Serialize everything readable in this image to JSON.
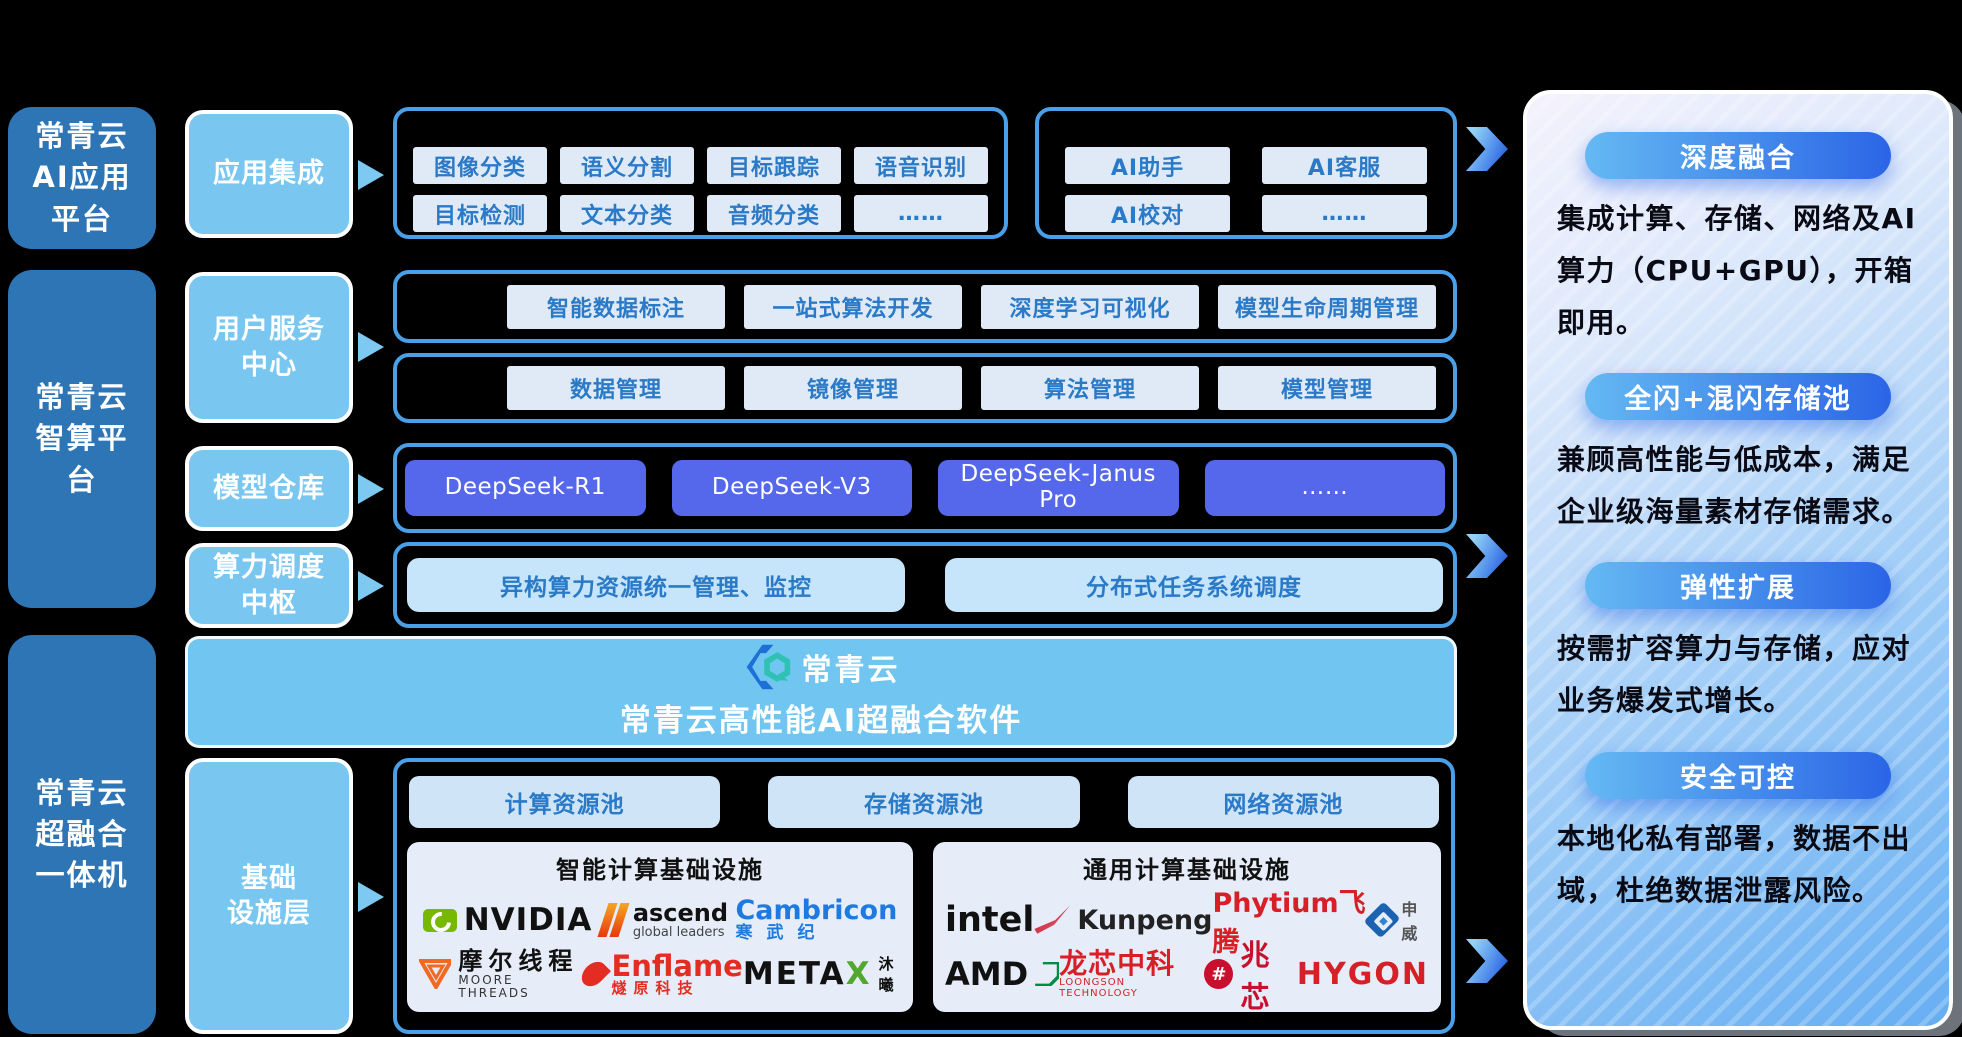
{
  "colors": {
    "background": "#000000",
    "platform_box": "#2e75b6",
    "layer_box": "#79c7f1",
    "container_border": "#4aa0e8",
    "chip_bg": "#dfeaf6",
    "chip_text": "#2b7ac8",
    "model_button": "#5568ec",
    "scheduler_button": "#c6e4fa",
    "banner_bg": "#70c6f0",
    "card_bg": "#e6edf8",
    "pill_gradient_start": "#64b9f2",
    "pill_gradient_end": "#2b65e6",
    "arrow_light": "#7ec9f2"
  },
  "platforms": [
    {
      "label": "常青云\nAI应用\n平台"
    },
    {
      "label": "常青云\n智算平\n台"
    },
    {
      "label": "常青云\n超融合\n一体机"
    }
  ],
  "layers": [
    {
      "label": "应用集成"
    },
    {
      "label": "用户服务\n中心"
    },
    {
      "label": "模型仓库"
    },
    {
      "label": "算力调度\n中枢"
    },
    {
      "label": "基础\n设施层"
    }
  ],
  "app_groups": {
    "group1": {
      "row1": [
        "图像分类",
        "语义分割",
        "目标跟踪",
        "语音识别"
      ],
      "row2": [
        "目标检测",
        "文本分类",
        "音频分类",
        "……"
      ]
    },
    "group2": {
      "row1": [
        "AI助手",
        "AI客服"
      ],
      "row2": [
        "AI校对",
        "……"
      ]
    }
  },
  "user_service": {
    "dev_row": [
      "智能数据标注",
      "一站式算法开发",
      "深度学习可视化",
      "模型生命周期管理"
    ],
    "mgmt_row": [
      "数据管理",
      "镜像管理",
      "算法管理",
      "模型管理"
    ]
  },
  "model_repo": {
    "items": [
      "DeepSeek-R1",
      "DeepSeek-V3",
      "DeepSeek-Janus\nPro",
      "……"
    ]
  },
  "scheduler": {
    "items": [
      "异构算力资源统一管理、监控",
      "分布式任务系统调度"
    ]
  },
  "banner": {
    "brand": "常青云",
    "title": "常青云高性能AI超融合软件"
  },
  "infrastructure": {
    "pools": [
      "计算资源池",
      "存储资源池",
      "网络资源池"
    ],
    "smart": {
      "title": "智能计算基础设施",
      "nvidia": "NVIDIA",
      "ascend": "ascend",
      "ascend_sub": "global leaders",
      "cambricon": "Cambricon",
      "cambricon_sub": "寒武纪",
      "moore": "摩尔线程",
      "moore_sub": "MOORE THREADS",
      "enflame": "Enflame",
      "enflame_sub": "燧原科技",
      "metax": "META",
      "metax_accent": "X",
      "metax_sub": "沐曦"
    },
    "general": {
      "title": "通用计算基础设施",
      "intel": "intel",
      "kunpeng": "Kunpeng",
      "phytium": "Phytium飞腾",
      "shenwei": "申威",
      "amd": "AMD",
      "loongson": "龙芯中科",
      "loongson_sub": "LOONGSON TECHNOLOGY",
      "zhaoxin": "兆芯",
      "zhaoxin_icon_glyph": "#",
      "hygon": "HYGON"
    }
  },
  "features": [
    {
      "title": "深度融合",
      "desc": "集成计算、存储、网络及AI算力（CPU+GPU），开箱即用。"
    },
    {
      "title": "全闪+混闪存储池",
      "desc": "兼顾高性能与低成本，满足企业级海量素材存储需求。"
    },
    {
      "title": "弹性扩展",
      "desc": "按需扩容算力与存储，应对业务爆发式增长。"
    },
    {
      "title": "安全可控",
      "desc": "本地化私有部署，数据不出域，杜绝数据泄露风险。"
    }
  ]
}
